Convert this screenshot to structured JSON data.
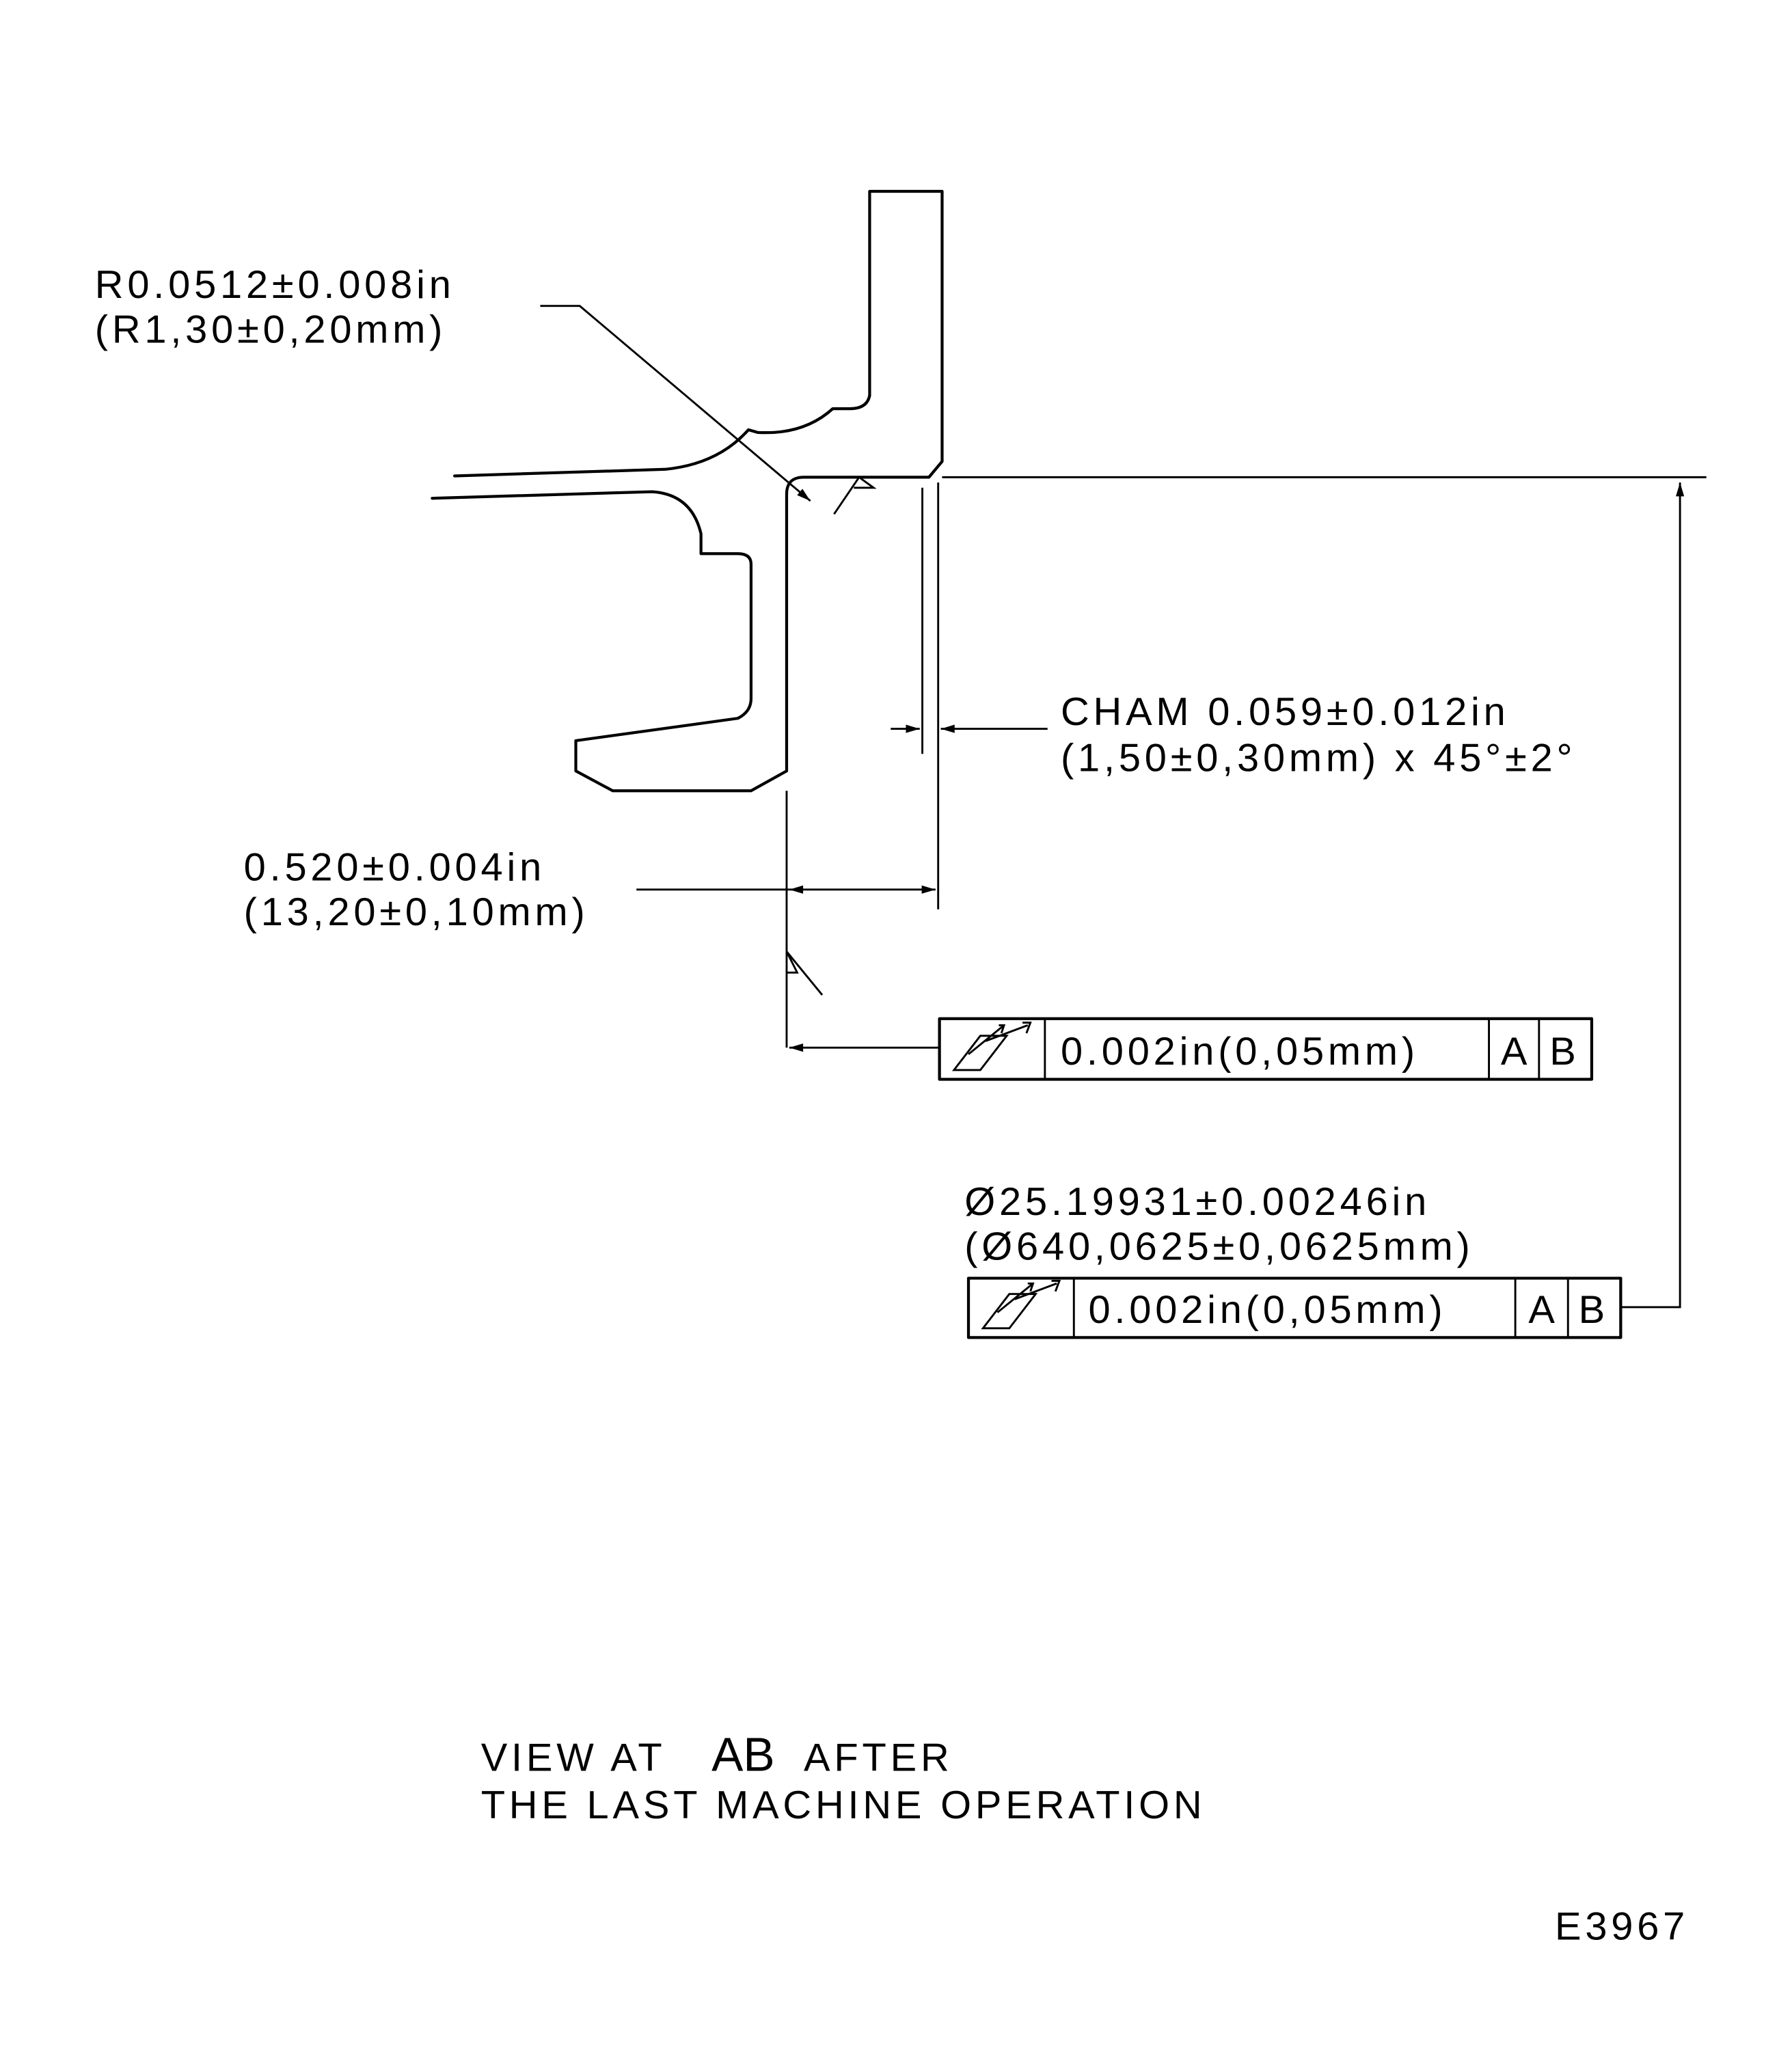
{
  "drawing": {
    "radius_note": {
      "line1": "R0.0512±0.008in",
      "line2": "(R1,30±0,20mm)"
    },
    "chamfer_note": {
      "line1": "CHAM 0.059±0.012in",
      "line2": "(1,50±0,30mm) x 45°±2°"
    },
    "width_note": {
      "line1": "0.520±0.004in",
      "line2": "(13,20±0,10mm)"
    },
    "diameter_note": {
      "line1": "Ø25.19931±0.00246in",
      "line2": "(Ø640,0625±0,0625mm)"
    },
    "fcf_face": {
      "symbol": "total-runout-icon",
      "tolerance": "0.002in(0,05mm)",
      "datum1": "A",
      "datum2": "B"
    },
    "fcf_diameter": {
      "symbol": "total-runout-icon",
      "tolerance": "0.002in(0,05mm)",
      "datum1": "A",
      "datum2": "B"
    },
    "caption": {
      "line1_prefix": "VIEW AT",
      "line1_ref": "AB",
      "line1_suffix": "AFTER",
      "line2": "THE LAST MACHINE OPERATION"
    },
    "figure_id": "E3967"
  }
}
